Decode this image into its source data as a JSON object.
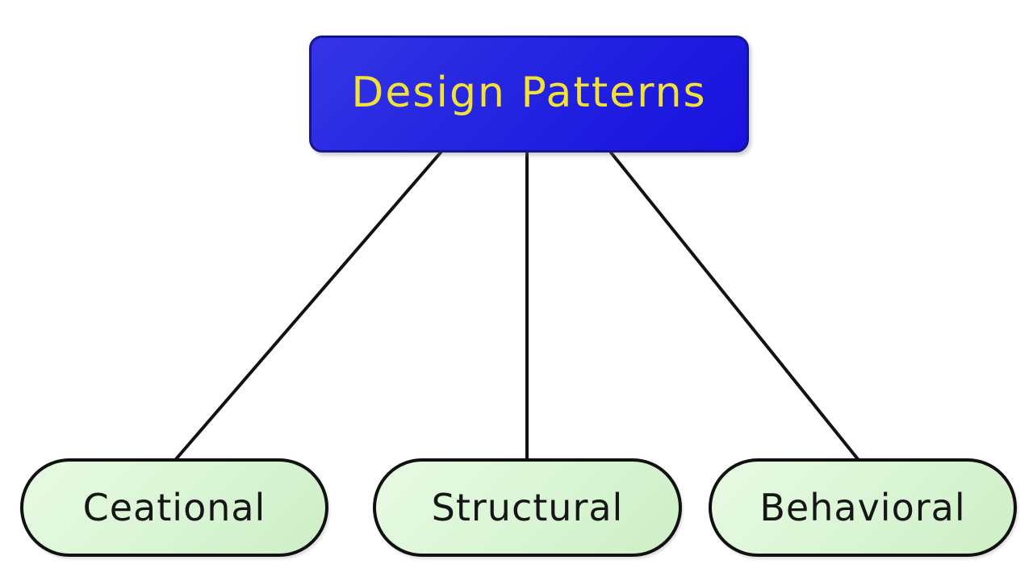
{
  "diagram": {
    "root": {
      "label": "Design Patterns"
    },
    "children": [
      {
        "label": "Ceational"
      },
      {
        "label": "Structural"
      },
      {
        "label": "Behavioral"
      }
    ],
    "colors": {
      "background": "#ffffff",
      "root_fill": "#2121e0",
      "root_border": "#15158f",
      "root_text": "#f2e136",
      "child_fill": "#d9f5d4",
      "child_border": "#111111",
      "child_text": "#161616",
      "line": "#111111"
    }
  }
}
